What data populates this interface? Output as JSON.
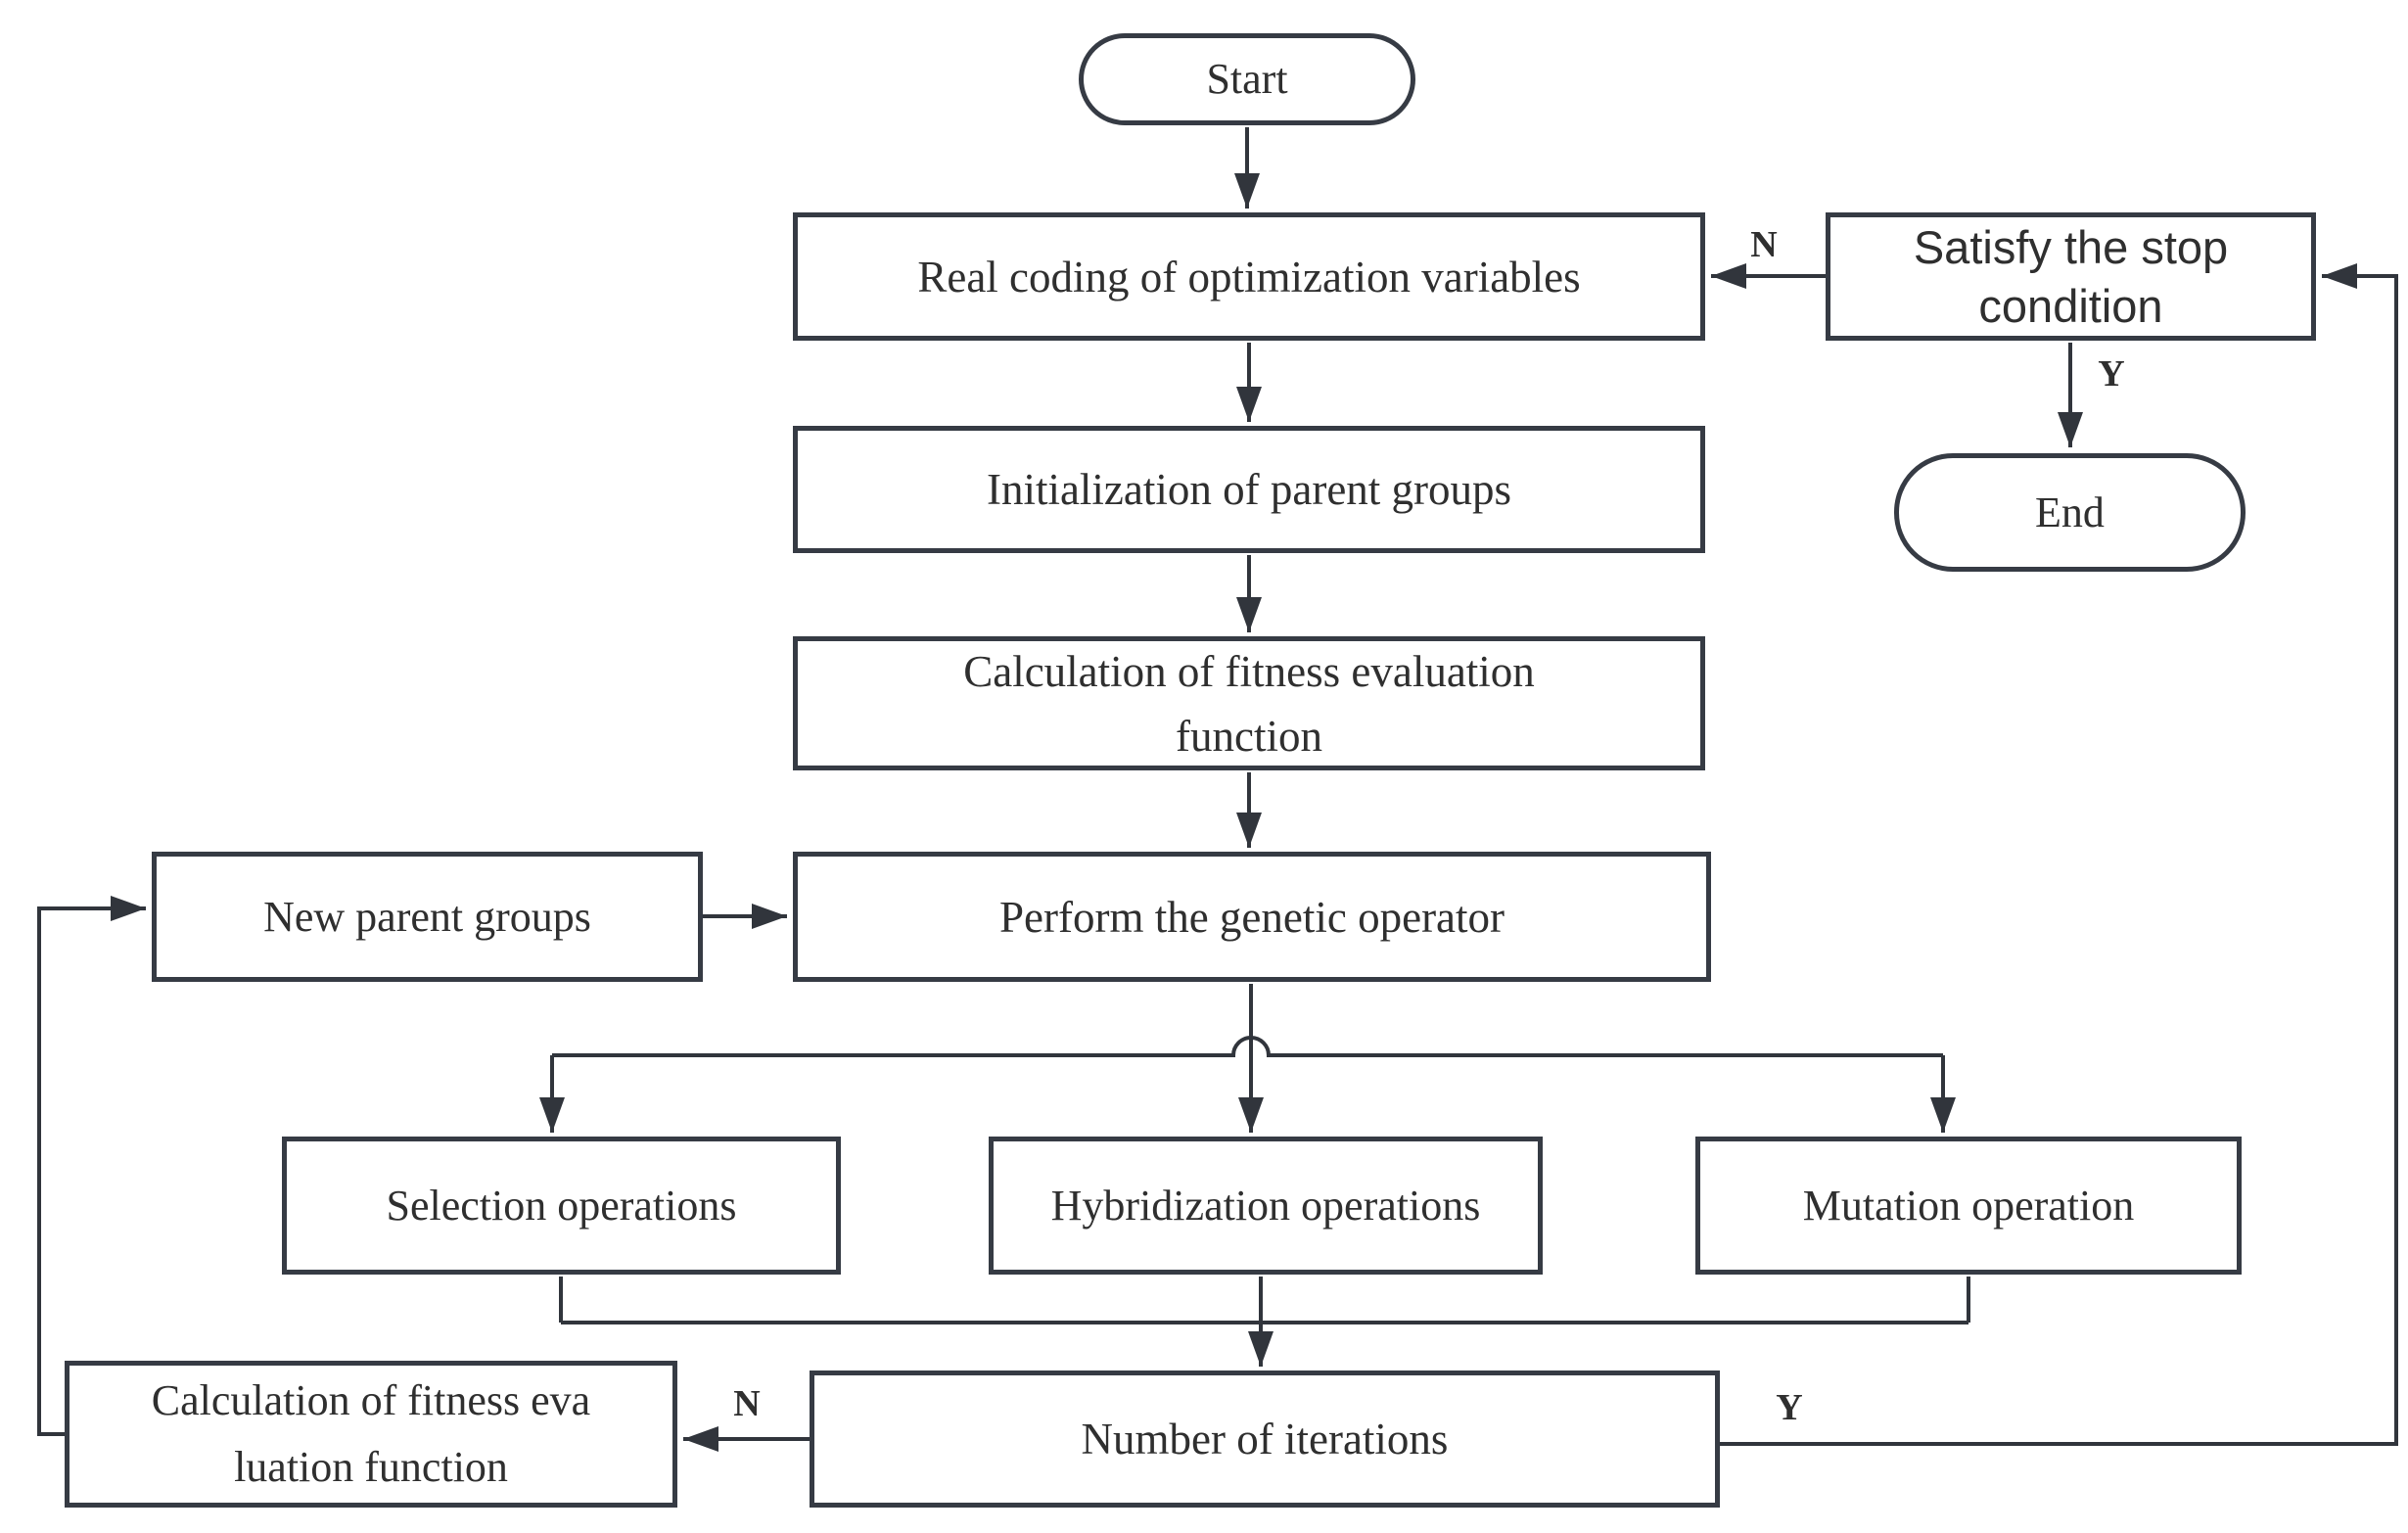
{
  "diagram": {
    "type": "flowchart",
    "description": "Genetic algorithm optimization flowchart",
    "colors": {
      "stroke": "#31353c",
      "node_border": "#363b44",
      "node_fill": "#ffffff",
      "text": "#2f2f2f",
      "background": "#ffffff"
    },
    "nodes": {
      "start": {
        "shape": "rounded",
        "label": "Start"
      },
      "real_coding": {
        "shape": "rect",
        "label": "Real coding of optimization variables"
      },
      "initialization": {
        "shape": "rect",
        "label": "Initialization of parent groups"
      },
      "fitness_calc": {
        "shape": "rect",
        "lines": [
          "Calculation of fitness evaluation",
          "function"
        ]
      },
      "perform_genetic": {
        "shape": "rect",
        "label": "Perform the genetic operator"
      },
      "new_parent_groups": {
        "shape": "rect",
        "label": "New parent groups"
      },
      "selection": {
        "shape": "rect",
        "label": "Selection operations"
      },
      "hybridization": {
        "shape": "rect",
        "label": "Hybridization operations"
      },
      "mutation": {
        "shape": "rect",
        "label": "Mutation operation"
      },
      "iterations": {
        "shape": "rect",
        "label": "Number of iterations"
      },
      "fitness_eva": {
        "shape": "rect",
        "lines": [
          "Calculation of fitness eva",
          "luation function"
        ]
      },
      "stop_condition": {
        "shape": "rect",
        "lines": [
          "Satisfy the stop",
          "condition"
        ]
      },
      "end": {
        "shape": "rounded",
        "label": "End"
      }
    },
    "edge_labels": {
      "stop_to_real": "N",
      "stop_to_end": "Y",
      "iter_to_eva": "N",
      "iter_to_stop": "Y"
    }
  }
}
